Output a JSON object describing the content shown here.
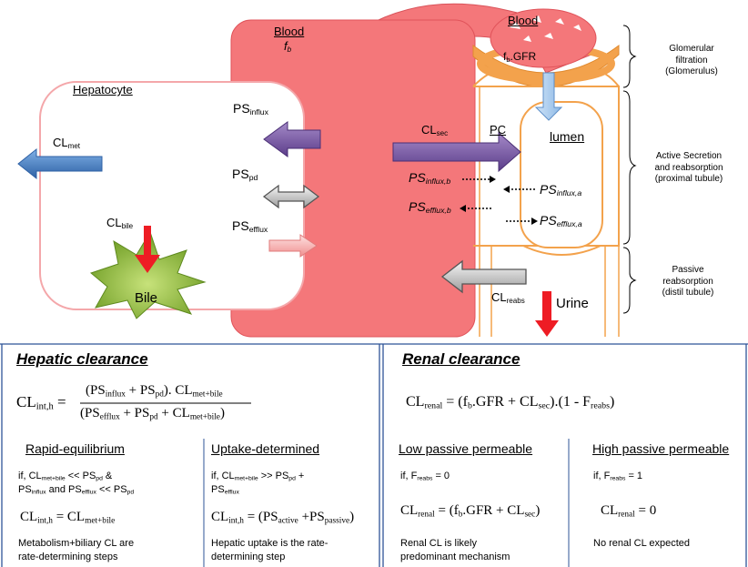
{
  "diagram": {
    "blood_main": {
      "label": "Blood",
      "var": "f",
      "var_sub": "b"
    },
    "blood_glom": {
      "label": "Blood"
    },
    "fb_gfr": {
      "main": "f",
      "sub": "b",
      "rest": ".GFR"
    },
    "hepatocyte": "Hepatocyte",
    "bile": "Bile",
    "cl_met": {
      "main": "CL",
      "sub": "met"
    },
    "cl_bile": {
      "main": "CL",
      "sub": "bile"
    },
    "ps_influx": {
      "main": "PS",
      "sub": "influx"
    },
    "ps_pd": {
      "main": "PS",
      "sub": "pd"
    },
    "ps_efflux": {
      "main": "PS",
      "sub": "efflux"
    },
    "cl_sec": {
      "main": "CL",
      "sub": "sec"
    },
    "pc": "PC",
    "lumen": "lumen",
    "ps_influx_b": {
      "main": "PS",
      "sub": "influx,b"
    },
    "ps_efflux_b": {
      "main": "PS",
      "sub": "efflux,b"
    },
    "ps_influx_a": {
      "main": "PS",
      "sub": "influx,a"
    },
    "ps_efflux_a": {
      "main": "PS",
      "sub": "efflux,a"
    },
    "cl_reabs": {
      "main": "CL",
      "sub": "reabs"
    },
    "urine": "Urine",
    "side_labels": {
      "glom_1": "Glomerular",
      "glom_2": "filtration",
      "glom_3": "(Glomerulus)",
      "active_1": "Active Secretion",
      "active_2": "and reabsorption",
      "active_3": "(proximal tubule)",
      "passive_1": "Passive",
      "passive_2": "reabsorption",
      "passive_3": "(distil tubule)"
    }
  },
  "hepatic": {
    "title": "Hepatic clearance",
    "eq_lhs": "CL",
    "eq_lhs_sub": "int,h",
    "eq_num": "(PS",
    "rapid": {
      "title": "Rapid-equilibrium",
      "cond_line1": "if, CL",
      "cond_line1_sub": "met+bile",
      "cond_line1_rest": " << PS",
      "cond_line1_sub2": "pd",
      "cond_line1_end": " &",
      "cond_line2": "PS",
      "cond_line2_sub": "influx",
      "cond_line2_rest": " and PS",
      "cond_line2_sub2": "efflux",
      "cond_line2_rest2": " << PS",
      "cond_line2_sub3": "pd",
      "note_1": "Metabolism+biliary CL are",
      "note_2": "rate-determining steps"
    },
    "uptake": {
      "title": "Uptake-determined",
      "cond_line1": "if, CL",
      "cond_line1_sub": "met+bile",
      "cond_line1_rest": " >> PS",
      "cond_line1_sub2": "pd",
      "cond_line1_end": " +",
      "cond_line2": "PS",
      "cond_line2_sub": "efflux",
      "note_1": "Hepatic uptake is the rate-",
      "note_2": "determining step"
    }
  },
  "renal": {
    "title": "Renal clearance",
    "low": {
      "title": "Low passive permeable",
      "cond": "if, F",
      "cond_sub": "reabs",
      "cond_rest": " = 0",
      "note_1": "Renal CL is likely",
      "note_2": "predominant mechanism"
    },
    "high": {
      "title": "High passive permeable",
      "cond": "if, F",
      "cond_sub": "reabs",
      "cond_rest": " = 1",
      "note_1": "No renal CL expected"
    }
  },
  "colors": {
    "blood": "#f4777a",
    "blood_dark": "#d94f55",
    "orange": "#f3a24c",
    "purple": "#7b5aa6",
    "blue": "#4a7fc1",
    "red": "#ee1c24",
    "bile_green": "#8fbf3a",
    "divider": "#2f5597"
  }
}
